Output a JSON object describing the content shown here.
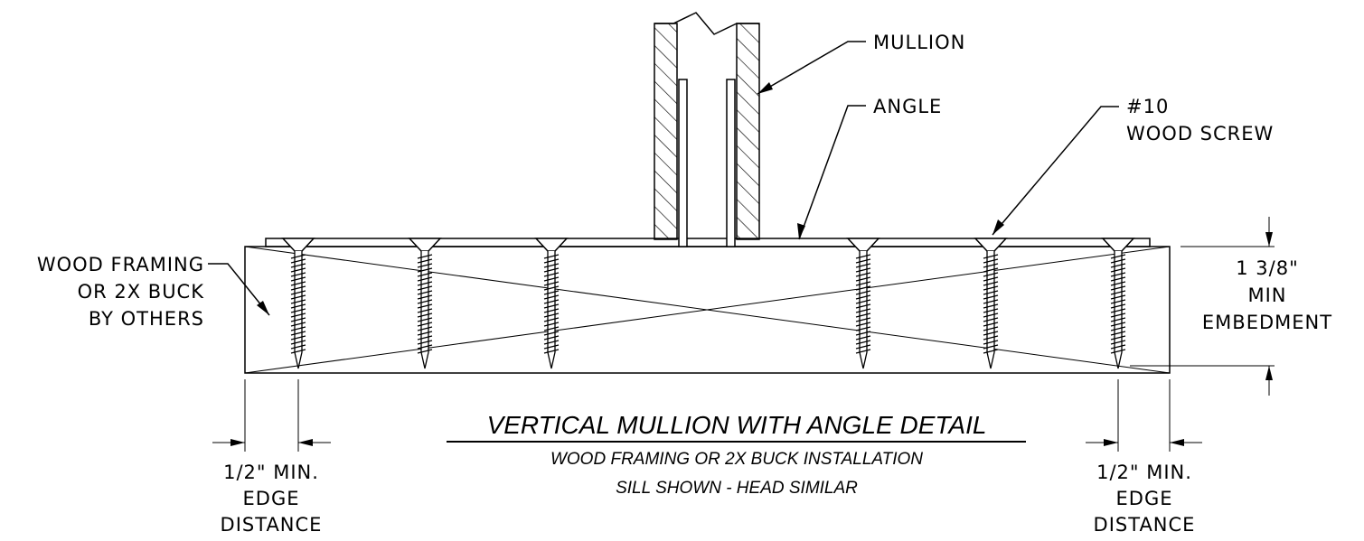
{
  "labels": {
    "mullion": "MULLION",
    "angle": "ANGLE",
    "screw_line1": "#10",
    "screw_line2": "WOOD SCREW",
    "framing_line1": "WOOD FRAMING",
    "framing_line2": "OR 2X BUCK",
    "framing_line3": "BY OTHERS",
    "embed_line1": "1 3/8\"",
    "embed_line2": "MIN",
    "embed_line3": "EMBEDMENT",
    "edge_left_line1": "1/2\" MIN.",
    "edge_left_line2": "EDGE",
    "edge_left_line3": "DISTANCE",
    "edge_right_line1": "1/2\" MIN.",
    "edge_right_line2": "EDGE",
    "edge_right_line3": "DISTANCE"
  },
  "title": {
    "main": "VERTICAL MULLION WITH ANGLE DETAIL",
    "sub1": "WOOD FRAMING OR 2X BUCK INSTALLATION",
    "sub2": "SILL SHOWN - HEAD SIMILAR"
  }
}
